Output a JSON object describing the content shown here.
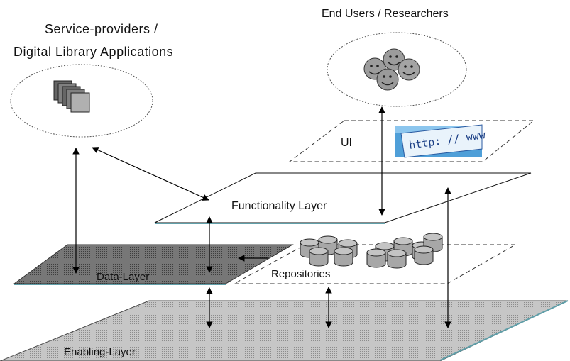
{
  "labels": {
    "service_providers_line1": "Service-providers /",
    "service_providers_line2": "Digital Library Applications",
    "end_users": "End Users / Researchers",
    "ui": "UI",
    "functionality_layer": "Functionality Layer",
    "data_layer": "Data-Layer",
    "repositories": "Repositories",
    "enabling_layer": "Enabling-Layer",
    "url_text": "http: // www"
  },
  "colors": {
    "data_layer_fill": "#6e6e6e",
    "enabling_layer_fill": "#b8b8b8",
    "layer_edge": "#5f9ea8",
    "cylinder_fill": "#a7a7a7",
    "face_fill": "#9c9c9c",
    "url_banner_bg": "#4f9fd8"
  },
  "icons": {
    "users": "smiley-faces-icon",
    "apps": "stacked-documents-icon",
    "url": "browser-url-bar-icon",
    "repositories": "database-cylinders-icon"
  }
}
